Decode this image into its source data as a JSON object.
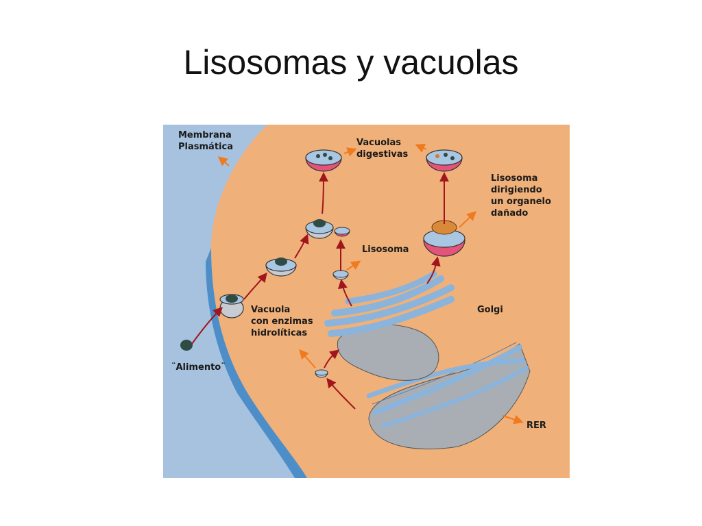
{
  "slide": {
    "title": "Lisosomas y vacuolas"
  },
  "diagram": {
    "labels": {
      "membrana_1": "Membrana",
      "membrana_2": "Plasmática",
      "vacuolas_1": "Vacuolas",
      "vacuolas_2": "digestivas",
      "lisosoma_org_1": "Lisosoma",
      "lisosoma_org_2": "dirigiendo",
      "lisosoma_org_3": "un organelo",
      "lisosoma_org_4": "dañado",
      "lisosoma": "Lisosoma",
      "golgi": "Golgi",
      "vacuola_1": "Vacuola",
      "vacuola_2": "con enzimas",
      "vacuola_3": "hidrolíticas",
      "alimento": "¨Alimento¨",
      "rer": "RER"
    },
    "colors": {
      "cytoplasm": "#f0b079",
      "membrane_outer": "#a6c2de",
      "membrane_inner": "#4d8ec9",
      "vesicle_gray": "#c7ccd2",
      "vesicle_pink": "#e4537a",
      "vesicle_top": "#a9c6e2",
      "arrow_red": "#a0161c",
      "arrow_orange": "#f07a1e",
      "organelle_blue": "#8ab4dc"
    }
  }
}
